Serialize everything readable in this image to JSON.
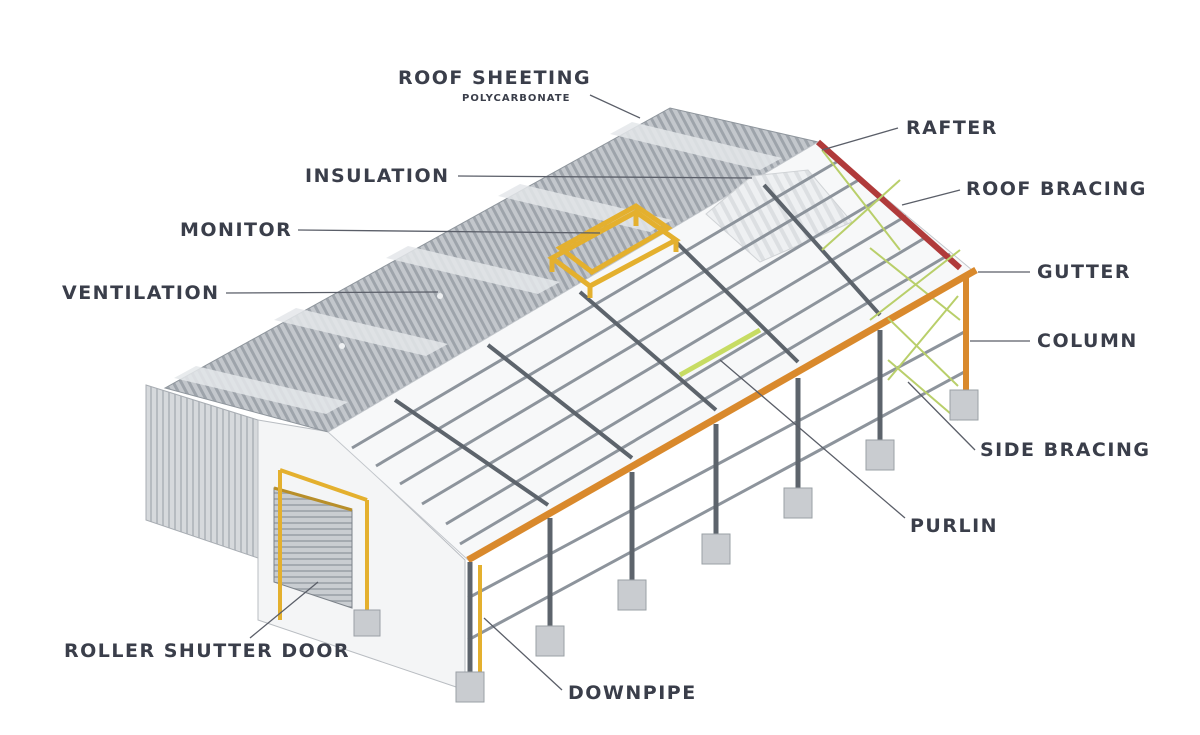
{
  "diagram": {
    "labels": {
      "roof_sheeting": "ROOF SHEETING",
      "roof_sheeting_sub": "POLYCARBONATE",
      "insulation": "INSULATION",
      "monitor": "MONITOR",
      "ventilation": "VENTILATION",
      "roller_shutter_door": "ROLLER SHUTTER DOOR",
      "rafter": "RAFTER",
      "roof_bracing": "ROOF BRACING",
      "gutter": "GUTTER",
      "column": "COLUMN",
      "side_bracing": "SIDE BRACING",
      "purlin": "PURLIN",
      "downpipe": "DOWNPIPE"
    },
    "colors": {
      "label_text": "#3a3e4a",
      "leader_line": "#5a5e68",
      "steel": "#8d949c",
      "steel_dark": "#5d646c",
      "gutter_orange": "#d9892c",
      "rafter_red": "#b03a3a",
      "monitor_yellow": "#e4b02e",
      "bracing_green": "#b9cf6a",
      "roof_sheet": "#b9bdc2",
      "footing": "#c9ccd0"
    }
  }
}
